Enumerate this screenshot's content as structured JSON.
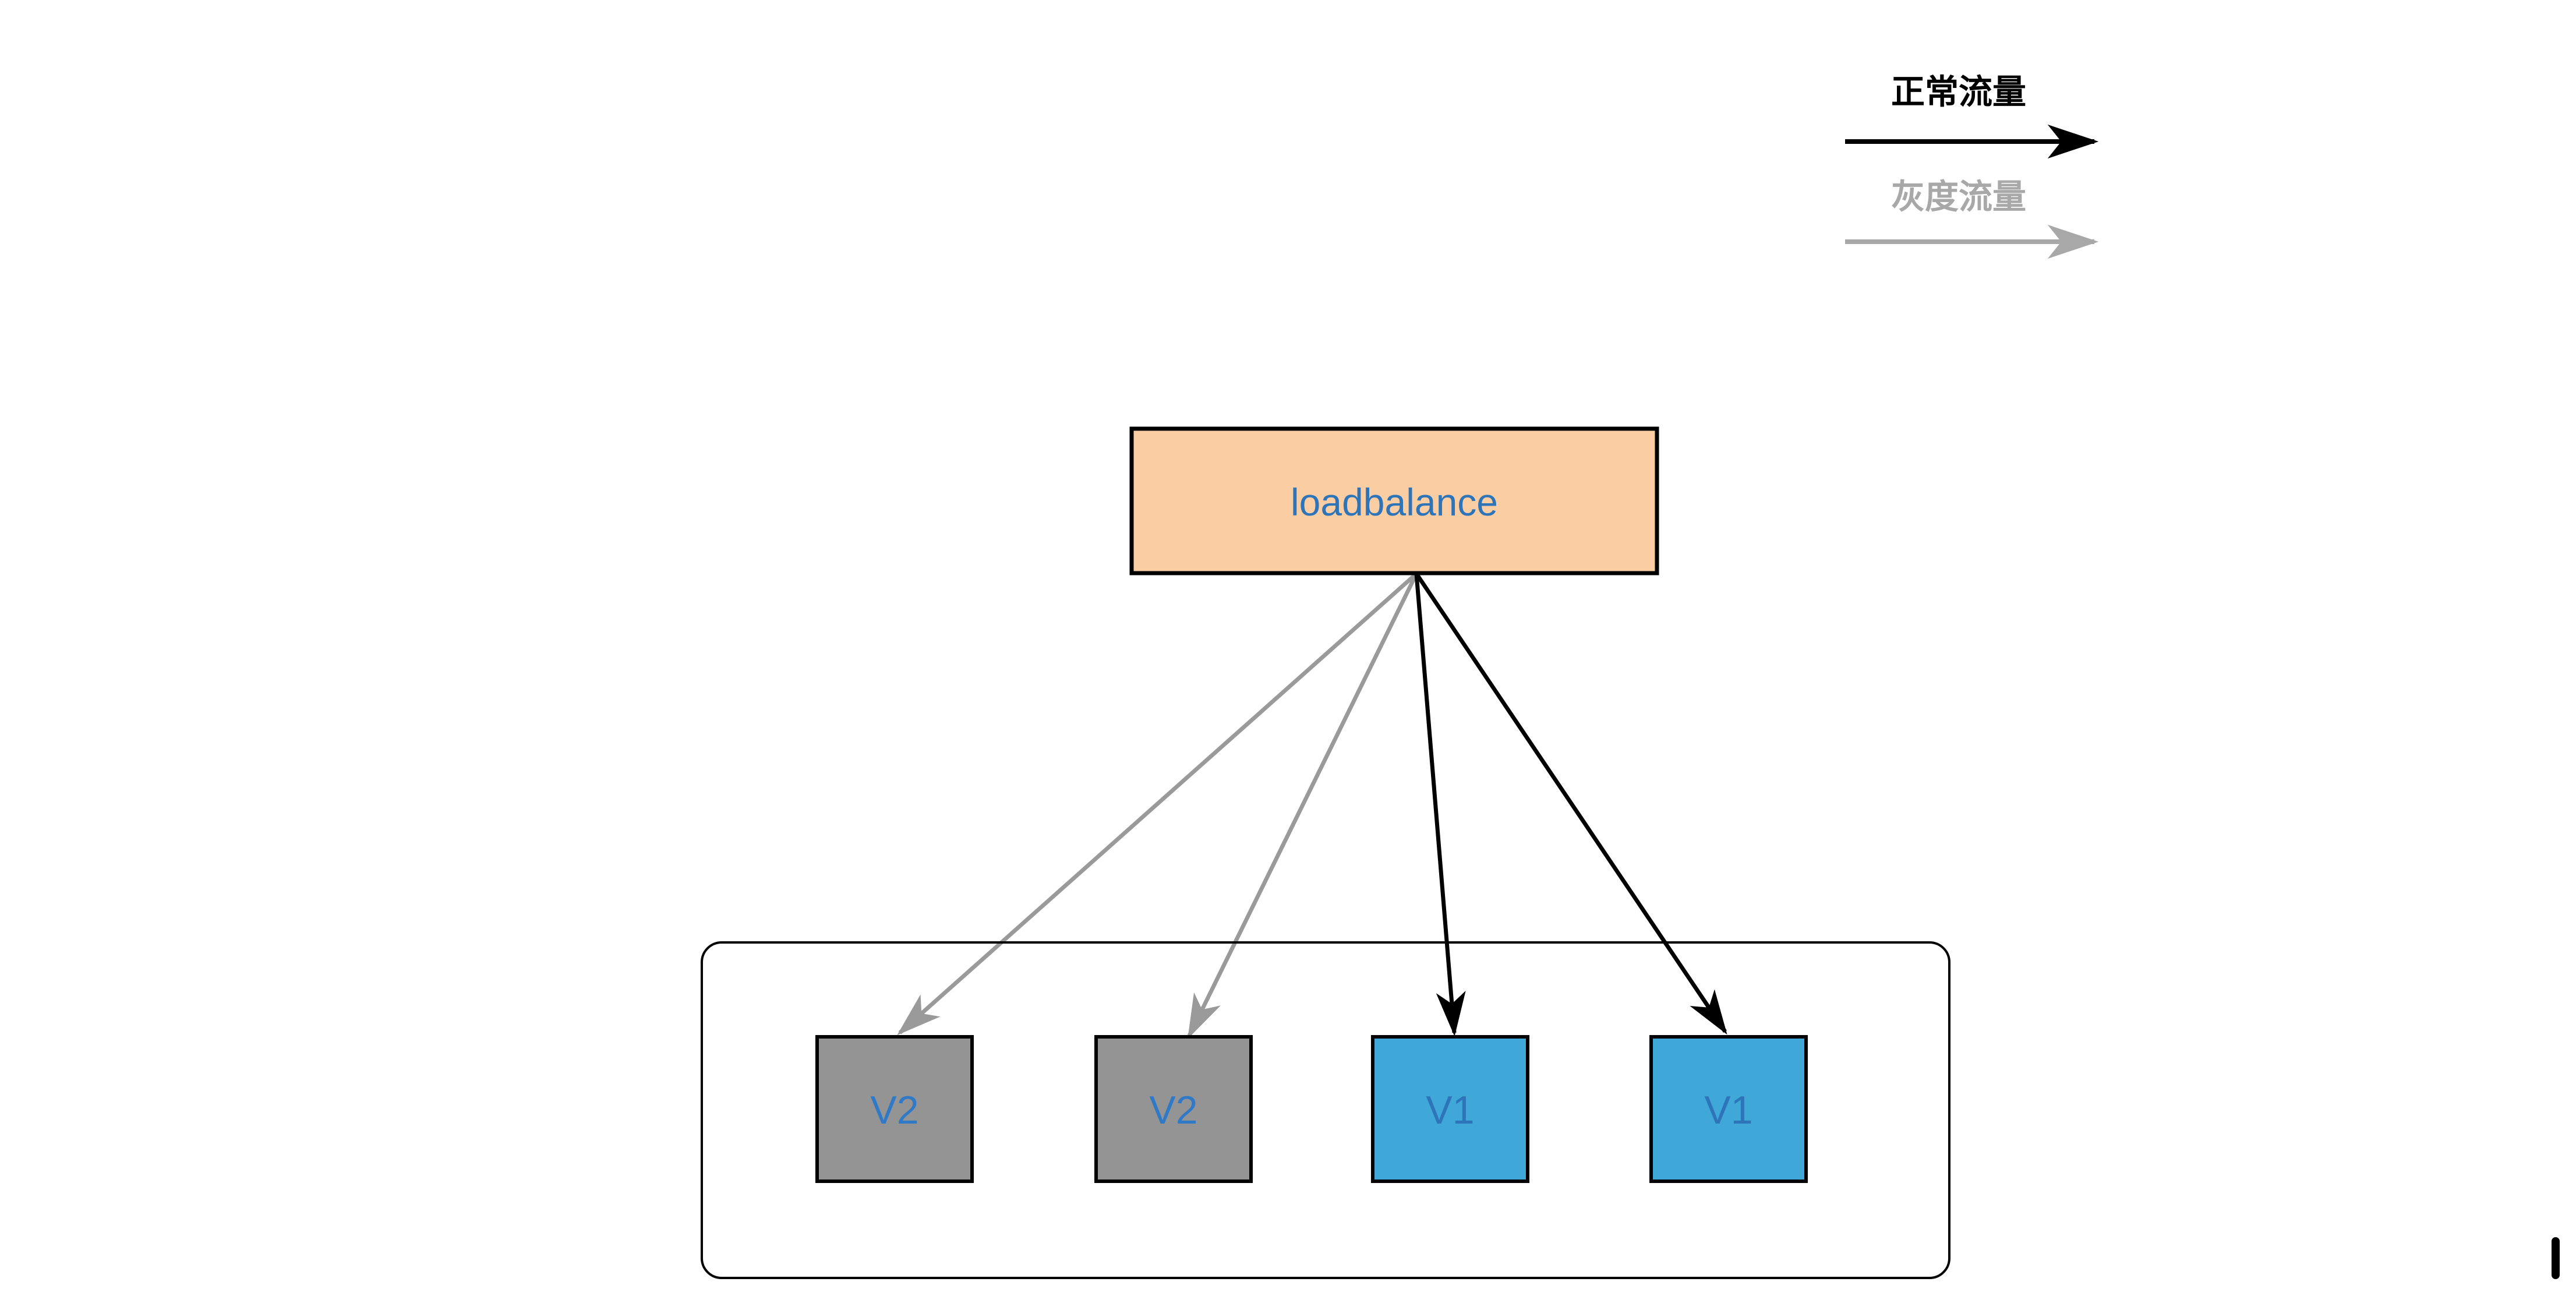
{
  "canvas": {
    "background_color": "#ffffff"
  },
  "legend": {
    "items": [
      {
        "label": "正常流量",
        "color": "#000000",
        "arrow": "black-right-arrow"
      },
      {
        "label": "灰度流量",
        "color": "#a8a8a8",
        "arrow": "gray-right-arrow"
      }
    ]
  },
  "loadbalancer": {
    "label": "loadbalance",
    "fill": "#facda3",
    "border_color": "#000000",
    "text_color": "#2e74b8"
  },
  "cluster": {
    "border_color": "#000000",
    "fill": "none",
    "nodes": [
      {
        "label": "V2",
        "fill": "#949494",
        "text_color": "#2f79c6",
        "border_color": "#000000",
        "incoming_traffic": "灰度流量"
      },
      {
        "label": "V2",
        "fill": "#949494",
        "text_color": "#2f79c6",
        "border_color": "#000000",
        "incoming_traffic": "灰度流量"
      },
      {
        "label": "V1",
        "fill": "#3fa8d8",
        "text_color": "#2e74b8",
        "border_color": "#000000",
        "incoming_traffic": "正常流量"
      },
      {
        "label": "V1",
        "fill": "#3fa8d8",
        "text_color": "#2e74b8",
        "border_color": "#000000",
        "incoming_traffic": "正常流量"
      }
    ]
  },
  "edges": [
    {
      "from": "loadbalance",
      "to": "V2 (left)",
      "traffic_type": "灰度流量",
      "color": "#9a9a9a"
    },
    {
      "from": "loadbalance",
      "to": "V2 (right)",
      "traffic_type": "灰度流量",
      "color": "#9a9a9a"
    },
    {
      "from": "loadbalance",
      "to": "V1 (left)",
      "traffic_type": "正常流量",
      "color": "#000000"
    },
    {
      "from": "loadbalance",
      "to": "V1 (right)",
      "traffic_type": "正常流量",
      "color": "#000000"
    }
  ],
  "artifacts": {
    "text_cursor": {
      "glyph": "|",
      "color": "#000000"
    }
  }
}
